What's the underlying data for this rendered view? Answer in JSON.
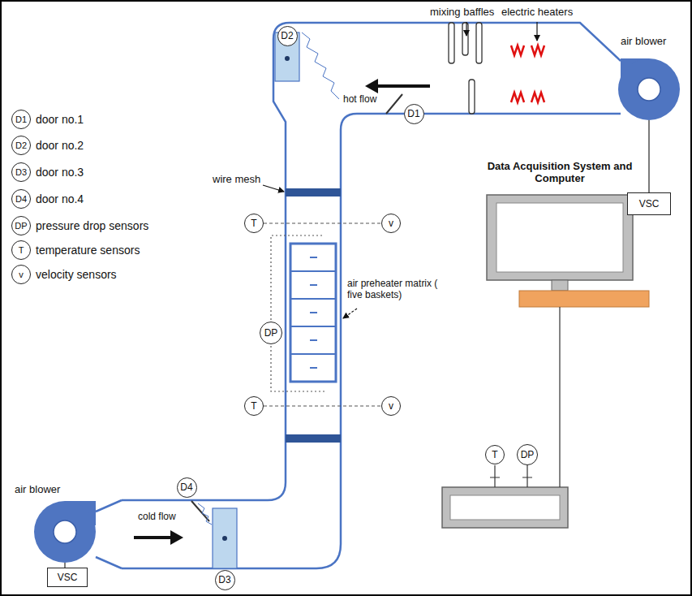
{
  "diagram": {
    "nodes": [
      {
        "text": [
          "D2"
        ]
      },
      {
        "text": [
          "D1"
        ]
      },
      {
        "text": [
          "VSC"
        ]
      },
      {
        "text": [
          "T"
        ]
      },
      {
        "text": [
          "v"
        ]
      },
      {
        "text": [
          "DP"
        ]
      },
      {
        "text": [
          "T"
        ]
      },
      {
        "text": [
          "v"
        ]
      },
      {
        "text": [
          "T"
        ]
      },
      {
        "text": [
          "DP"
        ]
      },
      {
        "text": [
          "VSC"
        ]
      },
      {
        "text": [
          "D4"
        ]
      },
      {
        "text": [
          "D3"
        ]
      }
    ],
    "edges": [
      {
        "from": 3,
        "to": 4,
        "arrow": "none"
      },
      {
        "from": 6,
        "to": 7,
        "arrow": "none"
      }
    ],
    "labels": [
      "mixing baffles",
      "electric heaters",
      "air blower",
      "hot flow",
      "wire mesh",
      "air preheater matrix ( five baskets)",
      "Data Acquisition System and Computer",
      "air blower",
      "cold flow",
      "D1",
      "D2",
      "D3",
      "D4",
      "DP",
      "T",
      "v"
    ],
    "legend": [
      {
        "text": "door no.1"
      },
      {
        "text": "door no.2"
      },
      {
        "text": "door no.3"
      },
      {
        "text": "door no.4"
      },
      {
        "text": "pressure drop sensors"
      },
      {
        "text": "temperature sensors"
      },
      {
        "text": "velocity sensors"
      }
    ]
  }
}
